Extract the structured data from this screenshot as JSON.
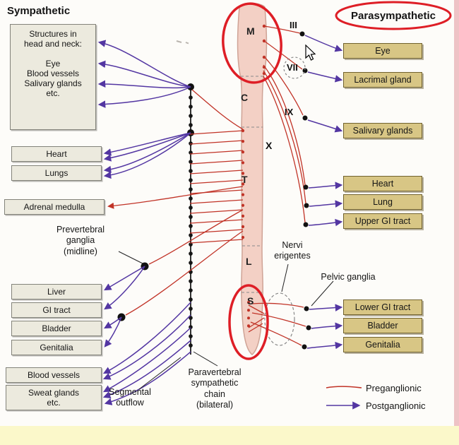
{
  "headings": {
    "sympathetic": "Sympathetic",
    "parasympathetic": "Parasympathetic"
  },
  "spinal_cord": {
    "segments": [
      {
        "label": "M"
      },
      {
        "label": "C"
      },
      {
        "label": "T"
      },
      {
        "label": "L"
      },
      {
        "label": "S"
      }
    ],
    "cranial_nerves": [
      {
        "label": "III"
      },
      {
        "label": "VII"
      },
      {
        "label": "IX"
      },
      {
        "label": "X"
      }
    ]
  },
  "left_column": {
    "head_neck_box": "Structures in\nhead and neck:\n\nEye\nBlood vessels\nSalivary glands\netc.",
    "organ_boxes": [
      {
        "label": "Heart"
      },
      {
        "label": "Lungs"
      },
      {
        "label": "Adrenal medulla"
      },
      {
        "label": "Liver"
      },
      {
        "label": "GI tract"
      },
      {
        "label": "Bladder"
      },
      {
        "label": "Genitalia"
      },
      {
        "label": "Blood vessels"
      },
      {
        "label": "Sweat glands\netc."
      }
    ],
    "labels": {
      "prevertebral": "Prevertebral\nganglia\n(midline)",
      "segmental": "Segmental\noutflow",
      "paravertebral": "Paravertebral\nsympathetic\nchain\n(bilateral)"
    }
  },
  "right_column": {
    "organ_boxes": [
      {
        "label": "Eye"
      },
      {
        "label": "Lacrimal gland"
      },
      {
        "label": "Salivary glands"
      },
      {
        "label": "Heart"
      },
      {
        "label": "Lung"
      },
      {
        "label": "Upper GI tract"
      },
      {
        "label": "Lower GI tract"
      },
      {
        "label": "Bladder"
      },
      {
        "label": "Genitalia"
      }
    ],
    "labels": {
      "nervi_erigentes": "Nervi\nerigentes",
      "pelvic_ganglia": "Pelvic ganglia"
    }
  },
  "legend": [
    {
      "label": "Preganglionic"
    },
    {
      "label": "Postganglionic"
    }
  ],
  "colors": {
    "preganglionic": "#c13327",
    "postganglionic": "#5336a2",
    "highlight_red": "#de1e26",
    "cord_fill": "#f3d0c5",
    "right_box_bg": "#d8c685",
    "left_box_bg": "#eceade",
    "bottom_band": "#fbf8ca"
  }
}
